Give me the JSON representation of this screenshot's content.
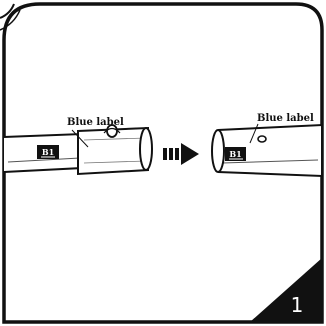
{
  "diagram": {
    "step_number": "1",
    "left_tube": {
      "callout": "Blue label",
      "tag_text": "B1"
    },
    "right_tube": {
      "callout": "Blue label",
      "tag_text": "B1"
    }
  }
}
